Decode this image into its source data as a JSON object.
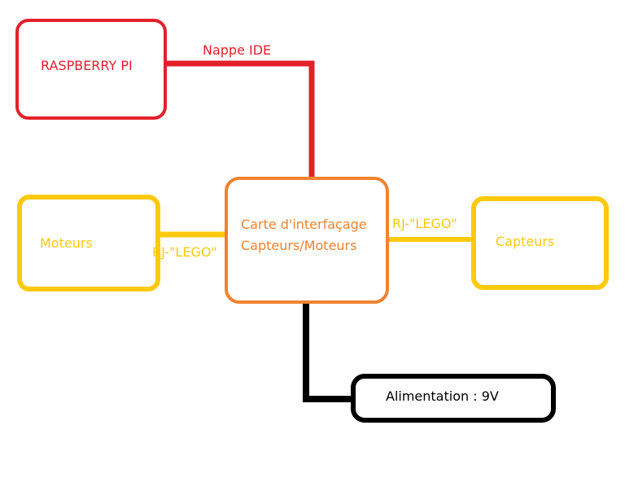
{
  "nodes": {
    "raspberry": {
      "label": "RASPBERRY PI"
    },
    "interface": {
      "line1": "Carte d'interfaçage",
      "line2": "Capteurs/Moteurs"
    },
    "moteurs": {
      "label": "Moteurs"
    },
    "capteurs": {
      "label": "Capteurs"
    },
    "alimentation": {
      "label": "Alimentation : 9V"
    }
  },
  "edges": {
    "ide": {
      "label": "Nappe IDE"
    },
    "rj_moteurs": {
      "label": "RJ-\"LEGO\""
    },
    "rj_capteurs": {
      "label": "RJ-\"LEGO\""
    }
  },
  "colors": {
    "red": "#e3202b",
    "orange": "#f0832f",
    "yellow": "#fdc90f",
    "black": "#000000"
  }
}
